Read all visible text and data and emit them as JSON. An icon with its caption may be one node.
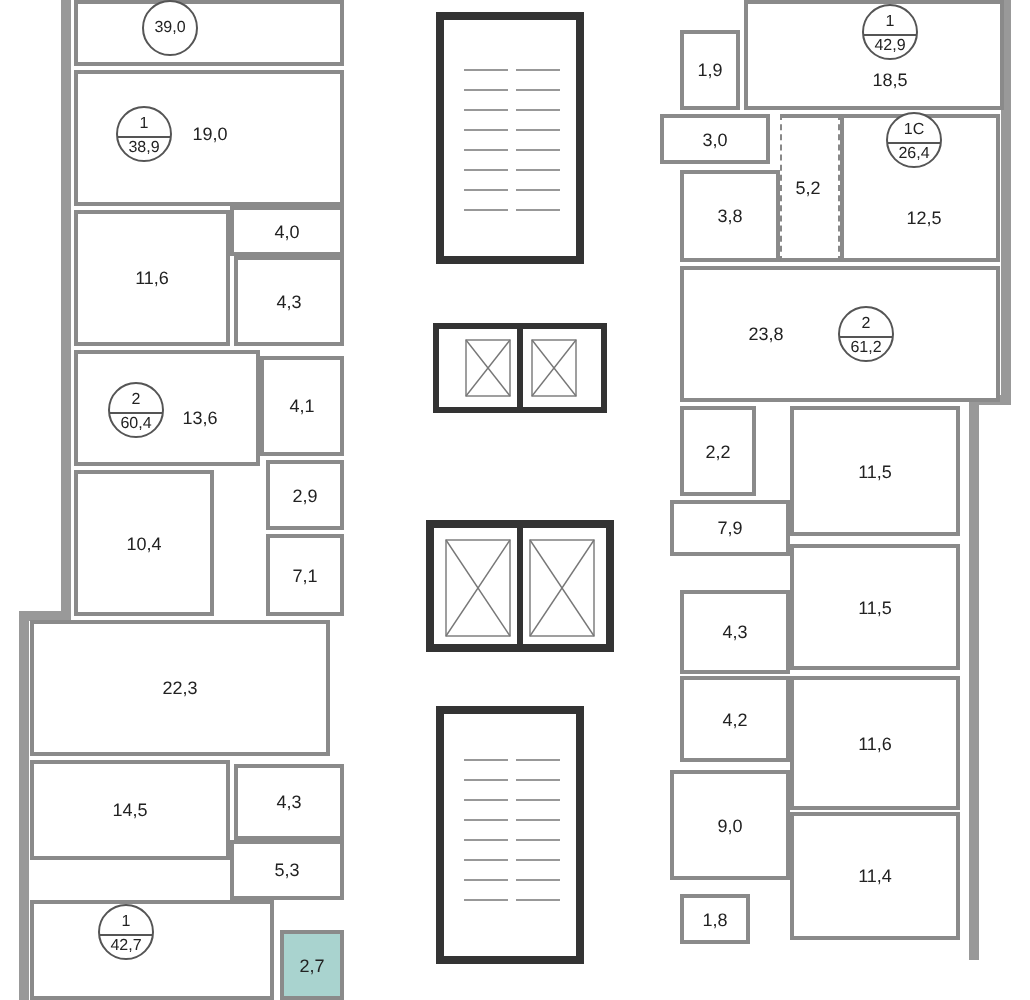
{
  "diagram": {
    "nodes": [
      {
        "text": [],
        "shape": "box"
      },
      {
        "text": [
          "39,0"
        ],
        "in": 0
      },
      {
        "text": [
          "19,0"
        ]
      },
      {
        "text": [
          "1",
          "38,9"
        ],
        "in": 2
      },
      {
        "text": [
          "4,0"
        ]
      },
      {
        "text": [
          "11,6"
        ]
      },
      {
        "text": [
          "4,3"
        ]
      },
      {
        "text": [
          "13,6"
        ]
      },
      {
        "text": [
          "2",
          "60,4"
        ],
        "in": 7
      },
      {
        "text": [
          "4,1"
        ]
      },
      {
        "text": [
          "2,9"
        ]
      },
      {
        "text": [
          "10,4"
        ]
      },
      {
        "text": [
          "7,1"
        ]
      },
      {
        "text": [
          "22,3"
        ]
      },
      {
        "text": [
          "4,3"
        ]
      },
      {
        "text": [
          "14,5"
        ]
      },
      {
        "text": [
          "5,3"
        ]
      },
      {
        "text": [],
        "shape": "box"
      },
      {
        "text": [
          "1",
          "42,7"
        ],
        "in": 17
      },
      {
        "text": [
          "2,7"
        ]
      },
      {
        "text": [
          "1,9"
        ]
      },
      {
        "text": [
          "18,5"
        ]
      },
      {
        "text": [
          "1",
          "42,9"
        ],
        "in": 21
      },
      {
        "text": [
          "3,0"
        ]
      },
      {
        "text": [
          "3,8"
        ]
      },
      {
        "text": [
          "5,2"
        ]
      },
      {
        "text": [
          "12,5"
        ]
      },
      {
        "text": [
          "1C",
          "26,4"
        ],
        "in": 26
      },
      {
        "text": [
          "23,8"
        ]
      },
      {
        "text": [
          "2",
          "61,2"
        ],
        "in": 28
      },
      {
        "text": [
          "2,2"
        ]
      },
      {
        "text": [
          "11,5"
        ]
      },
      {
        "text": [
          "7,9"
        ]
      },
      {
        "text": [
          "4,3"
        ]
      },
      {
        "text": [
          "11,5"
        ]
      },
      {
        "text": [
          "4,2"
        ]
      },
      {
        "text": [
          "11,6"
        ]
      },
      {
        "text": [
          "9,0"
        ]
      },
      {
        "text": [
          "11,4"
        ]
      },
      {
        "text": [
          "1,8"
        ]
      }
    ]
  }
}
